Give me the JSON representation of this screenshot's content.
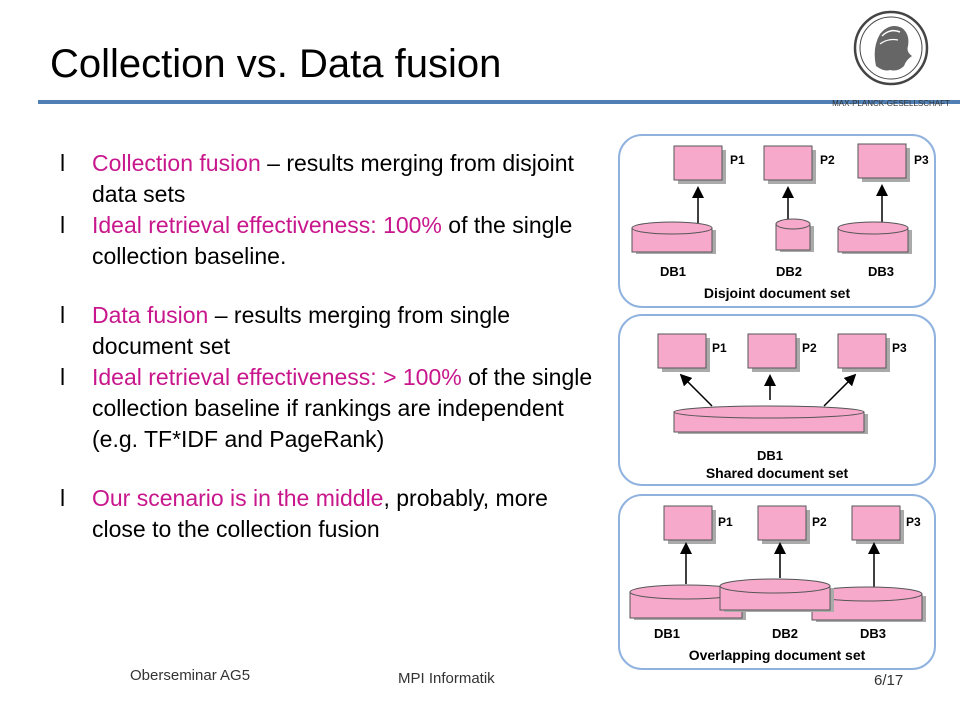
{
  "slide": {
    "title": "Collection vs. Data fusion",
    "logo_text": "MAX-PLANCK-GESELLSCHAFT",
    "bullet_mark": "l",
    "bullets": [
      {
        "highlight": "Collection fusion",
        "rest": " – results merging from disjoint data sets"
      },
      {
        "plain": "Ideal retrieval effectiveness:  ",
        "highlight": "100%",
        "rest": " of the single collection baseline."
      },
      {
        "highlight": "Data fusion",
        "rest": " – results merging from single document set"
      },
      {
        "plain": "Ideal retrieval effectiveness:  ",
        "highlight": "> 100%",
        "rest": " of the single collection baseline if rankings are independent (e.g. TF*IDF and PageRank)"
      },
      {
        "highlight": "Our scenario is in the middle",
        "rest": ", probably, more close to the collection fusion"
      }
    ],
    "footer": {
      "left": "Oberseminar AG5",
      "center": "MPI Informatik",
      "page": "6/17"
    }
  },
  "diagrams": {
    "panel1": {
      "caption": "Disjoint document set",
      "peers": [
        "P1",
        "P2",
        "P3"
      ],
      "dbs": [
        "DB1",
        "DB2",
        "DB3"
      ]
    },
    "panel2": {
      "caption": "Shared document set",
      "peers": [
        "P1",
        "P2",
        "P3"
      ],
      "dbs": [
        "DB1"
      ]
    },
    "panel3": {
      "caption": "Overlapping document set",
      "peers": [
        "P1",
        "P2",
        "P3"
      ],
      "dbs": [
        "DB1",
        "DB2",
        "DB3"
      ]
    }
  },
  "colors": {
    "accent_rule": "#4f7fb5",
    "highlight": "#c8168c",
    "box_fill": "#f7a9cc",
    "panel_border": "#8fb2de"
  }
}
